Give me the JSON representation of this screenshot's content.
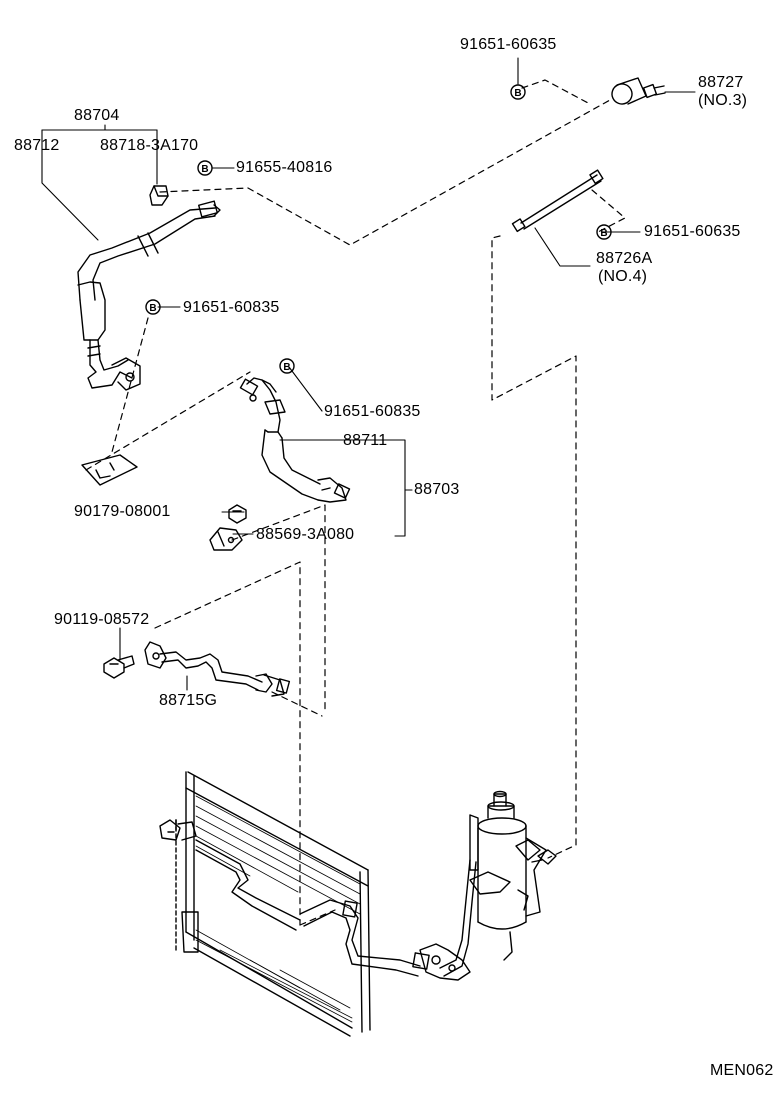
{
  "diagram": {
    "ink_color": "#000000",
    "background_color": "#ffffff",
    "bolt_marker_letter": "B",
    "drawing_code": "MEN062",
    "labels": {
      "p_91651_60635_top": "91651-60635",
      "p_88727": "88727",
      "p_88727_note": "(NO.3)",
      "p_88704": "88704",
      "p_88712": "88712",
      "p_88718_3a170": "88718-3A170",
      "p_91655_40816": "91655-40816",
      "p_91651_60635_mid": "91651-60635",
      "p_88726a": "88726A",
      "p_88726a_note": "(NO.4)",
      "p_91651_60835_a": "91651-60835",
      "p_91651_60835_b": "91651-60835",
      "p_88711": "88711",
      "p_88703": "88703",
      "p_90179_08001": "90179-08001",
      "p_88569_3a080": "88569-3A080",
      "p_90119_08572": "90119-08572",
      "p_88715g": "88715G"
    },
    "parts": [
      {
        "name": "condenser",
        "icon": "condenser-icon"
      },
      {
        "name": "receiver-dryer",
        "icon": "receiver-icon"
      },
      {
        "name": "discharge-hose",
        "icon": "hose-icon"
      },
      {
        "name": "suction-hose",
        "icon": "hose-icon"
      },
      {
        "name": "liquid-tube",
        "icon": "tube-icon"
      },
      {
        "name": "cooler-tube",
        "icon": "tube-icon"
      }
    ]
  }
}
